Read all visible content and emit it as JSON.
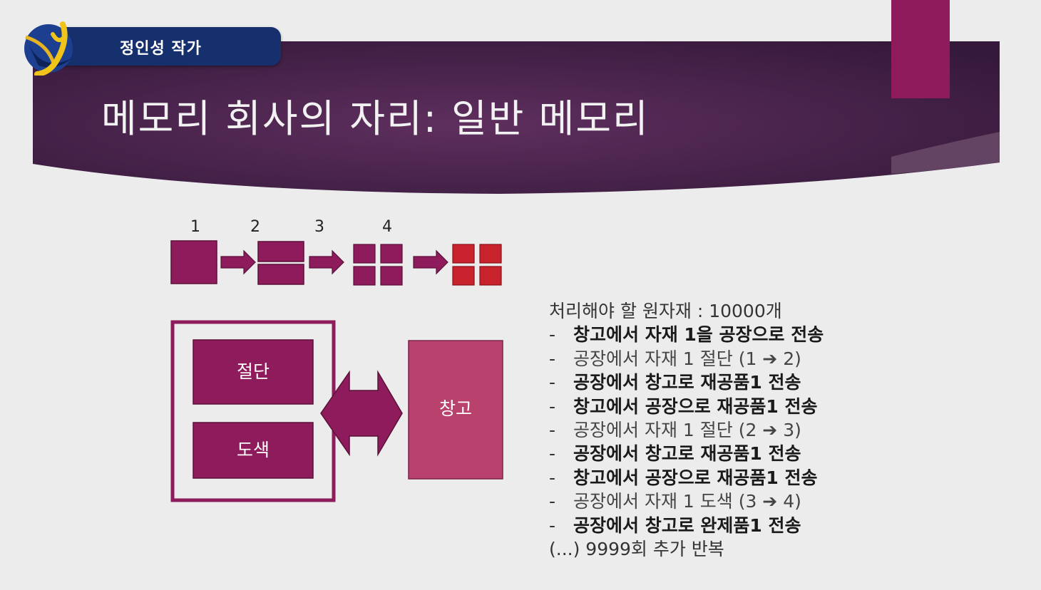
{
  "header": {
    "author_label": "정인성 작가",
    "slide_title": "메모리 회사의 자리: 일반 메모리",
    "logo_icon": "y-logo-icon"
  },
  "colors": {
    "banner_purple": "#4a2447",
    "accent_magenta": "#8e1c5c",
    "box_purple": "#8e1c5c",
    "warehouse_pink": "#b9416e",
    "finished_red": "#c8232c",
    "author_tab_navy": "#16306e"
  },
  "flow": {
    "stage_numbers": [
      "1",
      "2",
      "3",
      "4"
    ]
  },
  "factory": {
    "process_cut_label": "절단",
    "process_paint_label": "도색",
    "warehouse_label": "창고"
  },
  "steps": {
    "header": "처리해야 할 원자재 : 10000개",
    "items": [
      {
        "text": "창고에서 자재 1을 공장으로 전송",
        "bold": true
      },
      {
        "text": "공장에서 자재 1 절단 (1 ➔ 2)",
        "bold": false
      },
      {
        "text": "공장에서 창고로 재공품1 전송",
        "bold": true
      },
      {
        "text": "창고에서 공장으로 재공품1 전송",
        "bold": true
      },
      {
        "text": "공장에서 자재 1 절단 (2 ➔ 3)",
        "bold": false
      },
      {
        "text": "공장에서 창고로 재공품1 전송",
        "bold": true
      },
      {
        "text": "창고에서 공장으로 재공품1 전송",
        "bold": true
      },
      {
        "text": "공장에서 자재 1 도색 (3 ➔ 4)",
        "bold": false
      },
      {
        "text": "공장에서 창고로 완제품1 전송",
        "bold": true
      }
    ],
    "bullet": "-",
    "footer": "(...) 9999회 추가 반복"
  }
}
